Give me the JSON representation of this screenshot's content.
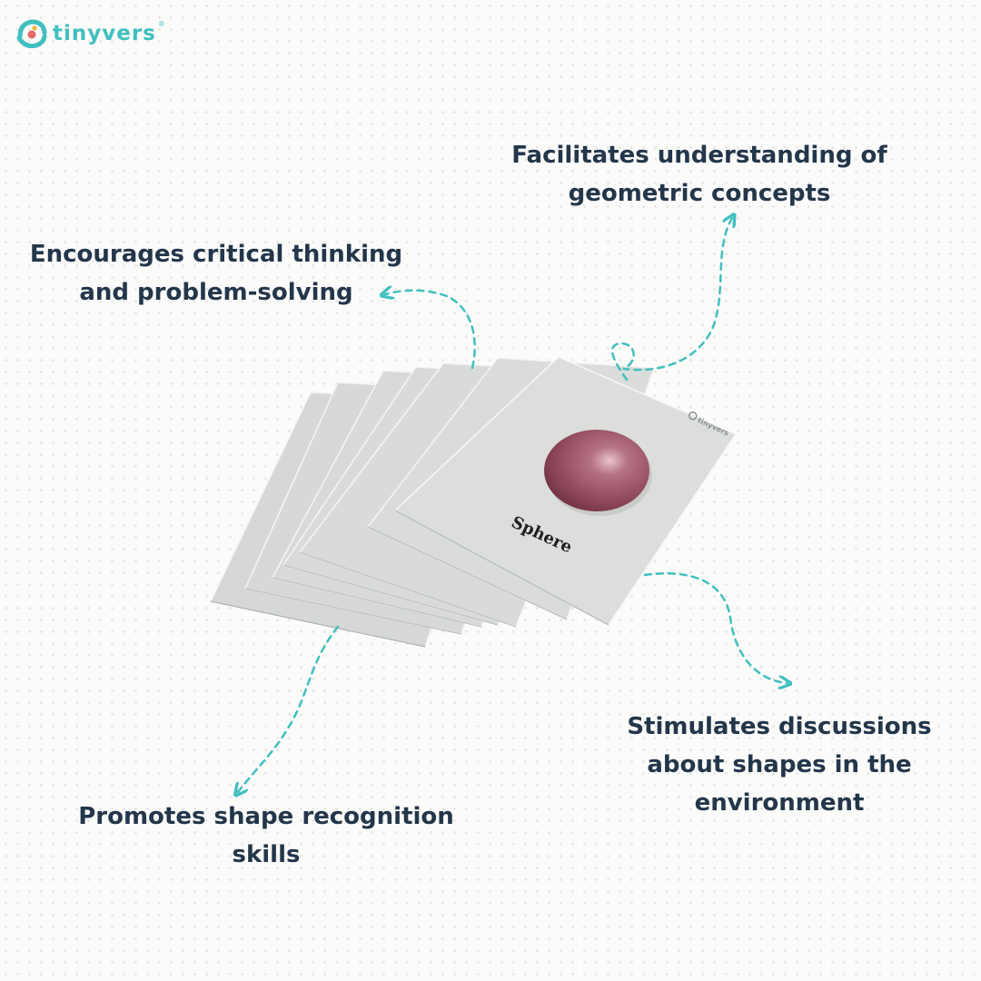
{
  "brand": {
    "logo_text": "tinyvers",
    "registered_mark": "®",
    "card_logo_text": "tinyvers",
    "color": "#3fc0bf"
  },
  "card": {
    "shape_label": "Sphere",
    "sphere_color": "#a86274"
  },
  "callouts": {
    "geometric": {
      "line1": "Facilitates understanding of",
      "line2": "geometric concepts"
    },
    "critical": {
      "line1": "Encourages critical thinking",
      "line2": "and problem-solving"
    },
    "stimulates": {
      "line1": "Stimulates discussions",
      "line2": "about shapes in the",
      "line3": "environment"
    },
    "promotes": {
      "line1": "Promotes shape recognition",
      "line2": "skills"
    }
  },
  "colors": {
    "text": "#23364a",
    "arrow": "#3fc0bf",
    "card": "#d9dbd9"
  }
}
